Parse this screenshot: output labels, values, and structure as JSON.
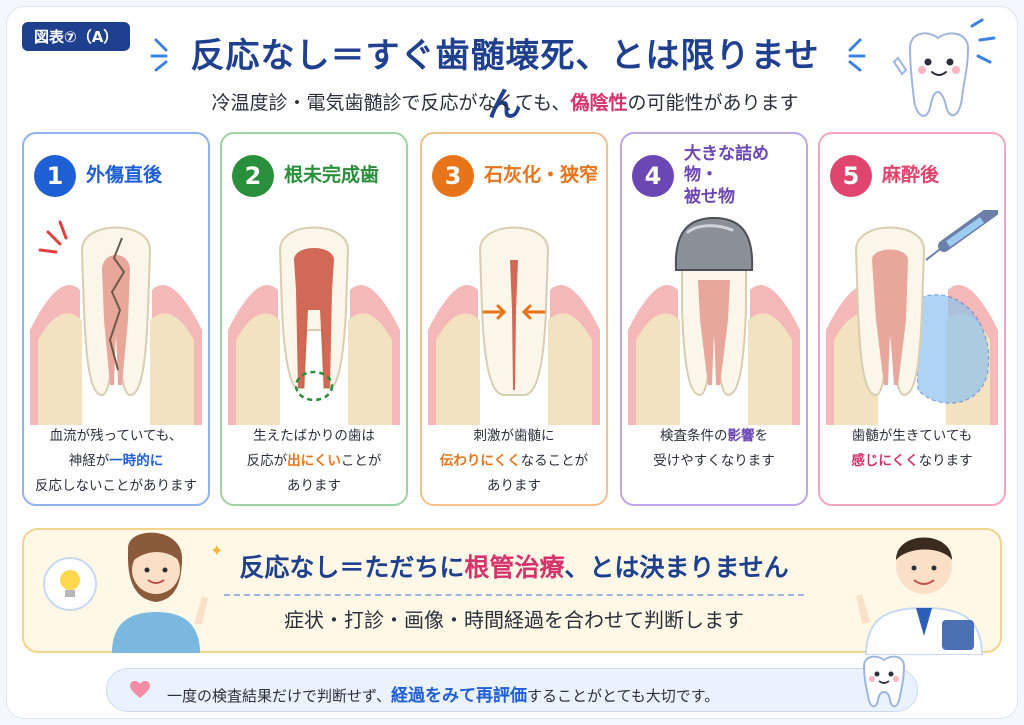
{
  "header": {
    "badge": "図表⑦（A）",
    "title": "反応なし＝すぐ歯髄壊死、とは限りません",
    "subtitle_pre": "冷温度診・電気歯髄診で反応がなくても、",
    "subtitle_em": "偽陰性",
    "subtitle_post": "の可能性があります"
  },
  "cards": [
    {
      "num": "1",
      "title": "外傷直後",
      "desc_pre": "血流が残っていても、\n神経が",
      "desc_em": "一時的に",
      "desc_post": "\n反応しないことがあります"
    },
    {
      "num": "2",
      "title": "根未完成歯",
      "desc_pre": "生えたばかりの歯は\n反応が",
      "desc_em": "出にくい",
      "desc_post": "ことが\nあります"
    },
    {
      "num": "3",
      "title": "石灰化・狭窄",
      "desc_pre": "刺激が歯髄に\n",
      "desc_em": "伝わりにくく",
      "desc_post": "なることが\nあります"
    },
    {
      "num": "4",
      "title": "大きな詰め物・\n被せ物",
      "desc_pre": "検査条件の",
      "desc_em": "影響",
      "desc_post": "を\n受けやすくなります"
    },
    {
      "num": "5",
      "title": "麻酔後",
      "desc_pre": "歯髄が生きていても\n",
      "desc_em": "感じにくく",
      "desc_post": "なります"
    }
  ],
  "summary": {
    "title_pre": "反応なし＝ただちに",
    "title_em": "根管治療",
    "title_post": "、とは決まりません",
    "sub": "症状・打診・画像・時間経過を合わせて判断します"
  },
  "footer": {
    "text_pre": "一度の検査結果だけで判断せず、",
    "text_em": "経過をみて再評価",
    "text_post": "することがとても大切です。"
  },
  "colors": {
    "navy": "#1f3f8f",
    "card1": "#1f5fd6",
    "card2": "#2a8f3a",
    "card3": "#e8741a",
    "card4": "#6b46b5",
    "card5": "#e0456e"
  },
  "icons": [
    "tooth-mascot-icon",
    "lightbulb-icon",
    "heart-icon",
    "sparkle-icon",
    "syringe-icon",
    "crack-icon"
  ]
}
